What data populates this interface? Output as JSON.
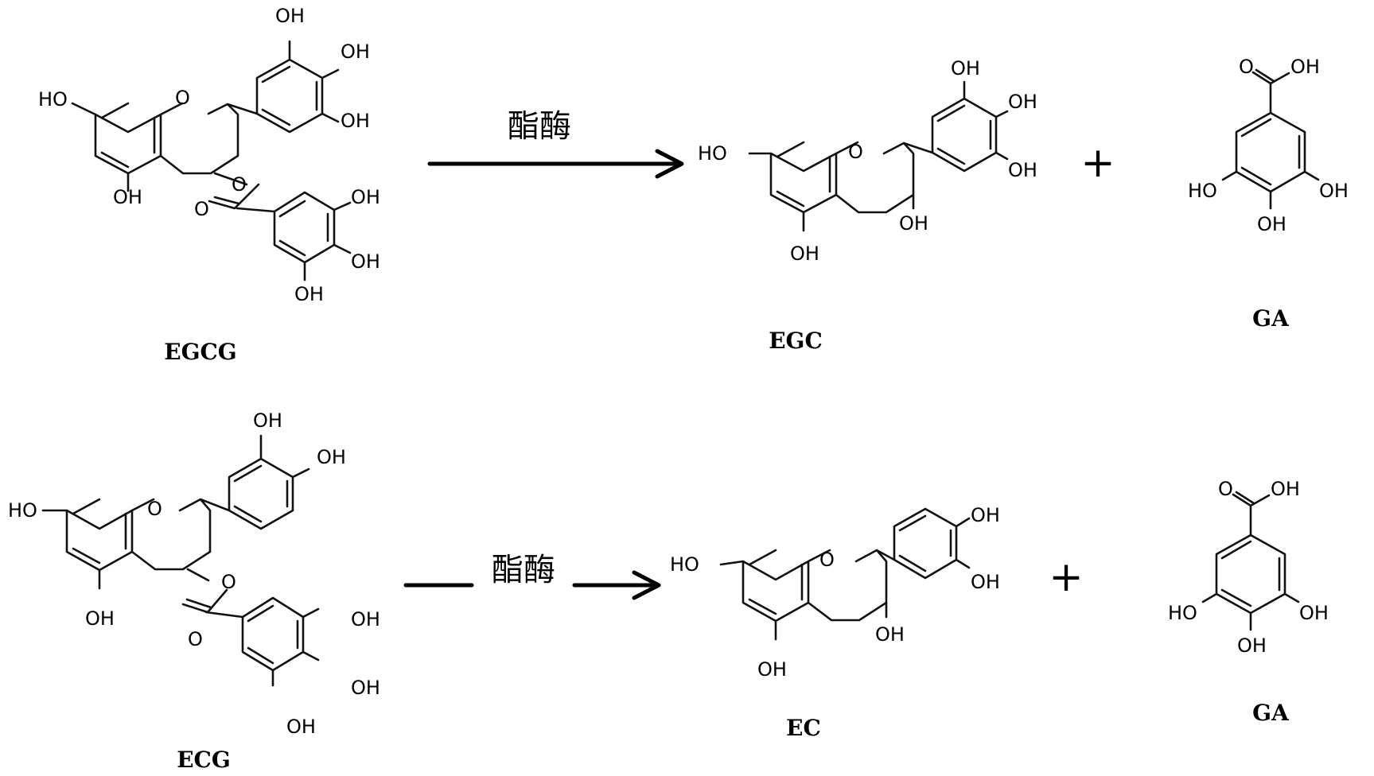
{
  "reactions": [
    {
      "enzyme": "酯酶",
      "plus": "+",
      "substrate": {
        "name": "EGCG",
        "labels": {
          "ho7": "HO",
          "oh5": "OH",
          "o1": "O",
          "o_est": "O",
          "o_co": "O",
          "b_oh3": "OH",
          "b_oh4": "OH",
          "b_oh5": "OH",
          "g_oh3": "OH",
          "g_oh4": "OH",
          "g_oh5": "OH"
        }
      },
      "product": {
        "name": "EGC",
        "labels": {
          "ho7": "HO",
          "oh5": "OH",
          "o1": "O",
          "oh3": "OH",
          "b_oh3": "OH",
          "b_oh4": "OH",
          "b_oh5": "OH"
        }
      },
      "acid": {
        "name": "GA",
        "labels": {
          "o_co": "O",
          "oh_cooh": "OH",
          "oh3": "HO",
          "oh4": "OH",
          "oh5": "OH"
        }
      }
    },
    {
      "enzyme": "酯酶",
      "plus": "+",
      "substrate": {
        "name": "ECG",
        "labels": {
          "ho7": "HO",
          "oh5": "OH",
          "o1": "O",
          "o_est": "O",
          "o_co": "O",
          "b_oh3": "OH",
          "b_oh4": "OH",
          "g_oh3": "OH",
          "g_oh4": "OH",
          "g_oh5": "OH"
        }
      },
      "product": {
        "name": "EC",
        "labels": {
          "ho7": "HO",
          "oh5": "OH",
          "o1": "O",
          "oh3": "OH",
          "b_oh3": "OH",
          "b_oh4": "OH"
        }
      },
      "acid": {
        "name": "GA",
        "labels": {
          "o_co": "O",
          "oh_cooh": "OH",
          "oh3": "HO",
          "oh4": "OH",
          "oh5": "OH"
        }
      }
    }
  ]
}
